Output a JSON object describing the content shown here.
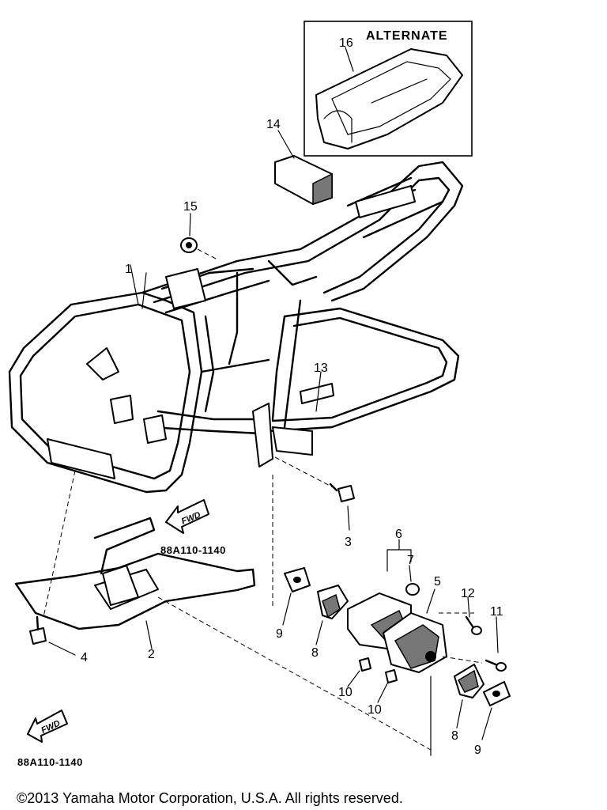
{
  "diagram": {
    "inset_label": "ALTERNATE",
    "fwd_label": "FWD",
    "ref_codes": [
      "88A110-1140",
      "88A110-1140"
    ],
    "callouts": [
      "1",
      "2",
      "3",
      "4",
      "5",
      "6",
      "7",
      "8",
      "8",
      "9",
      "9",
      "10",
      "10",
      "11",
      "12",
      "13",
      "14",
      "15",
      "16"
    ]
  },
  "footer": {
    "copyright": "©2013 Yamaha Motor Corporation, U.S.A. All rights reserved."
  }
}
